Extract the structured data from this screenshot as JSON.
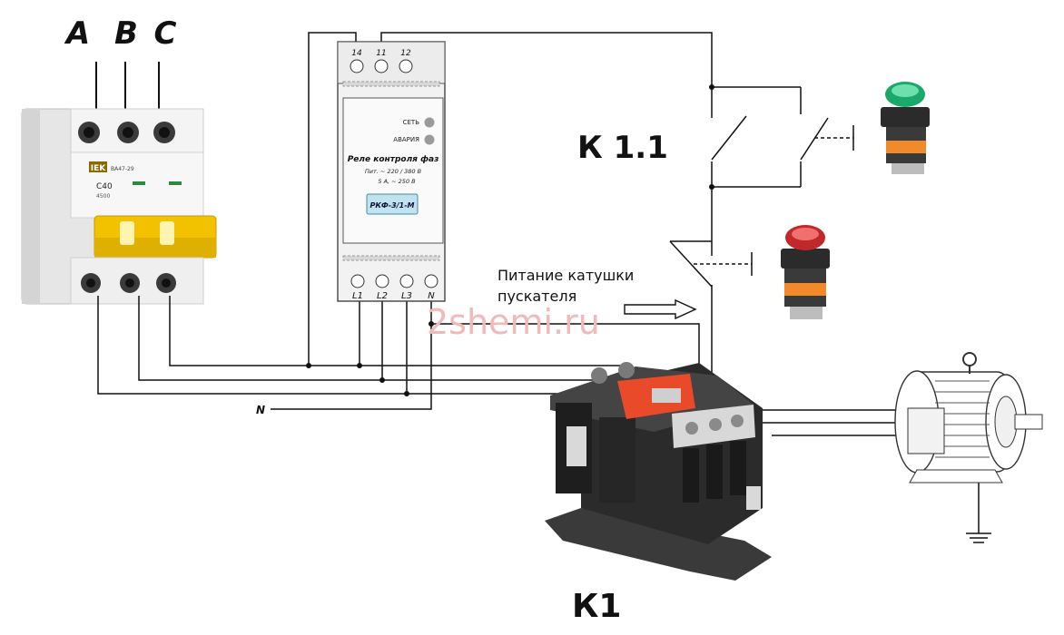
{
  "phases": {
    "a": "A",
    "b": "B",
    "c": "C"
  },
  "breaker": {
    "brand": "IEK",
    "model": "BA47-29",
    "rating": "C40",
    "sub": "4500"
  },
  "relay": {
    "terminals_top": [
      "14",
      "11",
      "12"
    ],
    "led_power": "СЕТЬ",
    "led_alarm": "АВАРИЯ",
    "title": "Реле контроля фаз",
    "spec1": "Пит. ~ 220 / 380 В",
    "spec2": "5 А, ~ 250 В",
    "model": "РКФ-3/1-М",
    "terminals_bottom": [
      "L1",
      "L2",
      "L3",
      "N"
    ]
  },
  "labels": {
    "k11": "К 1.1",
    "coil_line1": "Питание катушки",
    "coil_line2": "пускателя",
    "watermark": "2shemi.ru",
    "neutral": "N",
    "k1": "К1"
  },
  "colors": {
    "wire": "#111111",
    "breaker_handle": "#f2c200",
    "contactor_body": "#2b2b2b",
    "contactor_accent": "#e84a2a",
    "button_green": "#1aa86b",
    "button_red": "#c0282a",
    "relay_model_bg": "#bfe3ef",
    "watermark": "#f2b9b9"
  }
}
